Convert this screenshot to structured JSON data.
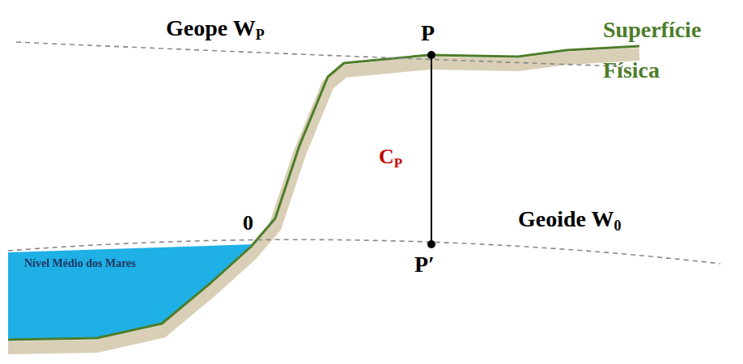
{
  "diagram": {
    "labels": [
      "Geope W",
      "P",
      "P",
      "Superfície Física",
      "C",
      "P",
      "0",
      "Nível Médio dos Mares",
      "Geoide W",
      "0",
      "P′"
    ]
  }
}
